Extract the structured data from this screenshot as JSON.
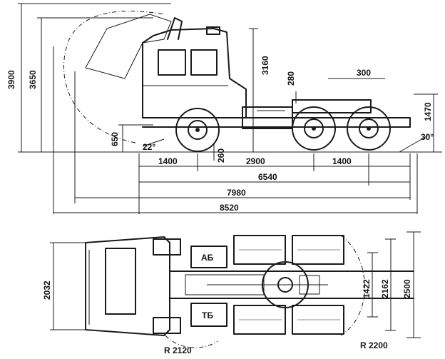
{
  "side_view": {
    "heights": {
      "overall_with_cab_tilted": "3900",
      "overall_height": "3650",
      "cab_roof": "3160",
      "frame_height": "650",
      "coupling_height": "1470",
      "coupling_offset": "280",
      "ground_clearance": "260"
    },
    "angles": {
      "approach_angle": "22°",
      "departure_angle": "30°"
    },
    "lengths": {
      "front_overhang_to_axle": "1400",
      "wheelbase_front_to_mid": "2900",
      "rear_bogie_spacing": "1400",
      "coupling_shift": "300",
      "front_to_rear_axle": "6540",
      "overall_frame_length": "7980",
      "overall_length": "8520"
    }
  },
  "top_view": {
    "labels": {
      "battery_box": "АБ",
      "fuel_tank": "ТБ"
    },
    "widths": {
      "front_track": "2032",
      "rear_inner_track": "1422",
      "rear_track": "2162",
      "overall_width": "2500"
    },
    "radii": {
      "front_turn_radius": "R 2120",
      "rear_swing_radius": "R 2200"
    }
  }
}
